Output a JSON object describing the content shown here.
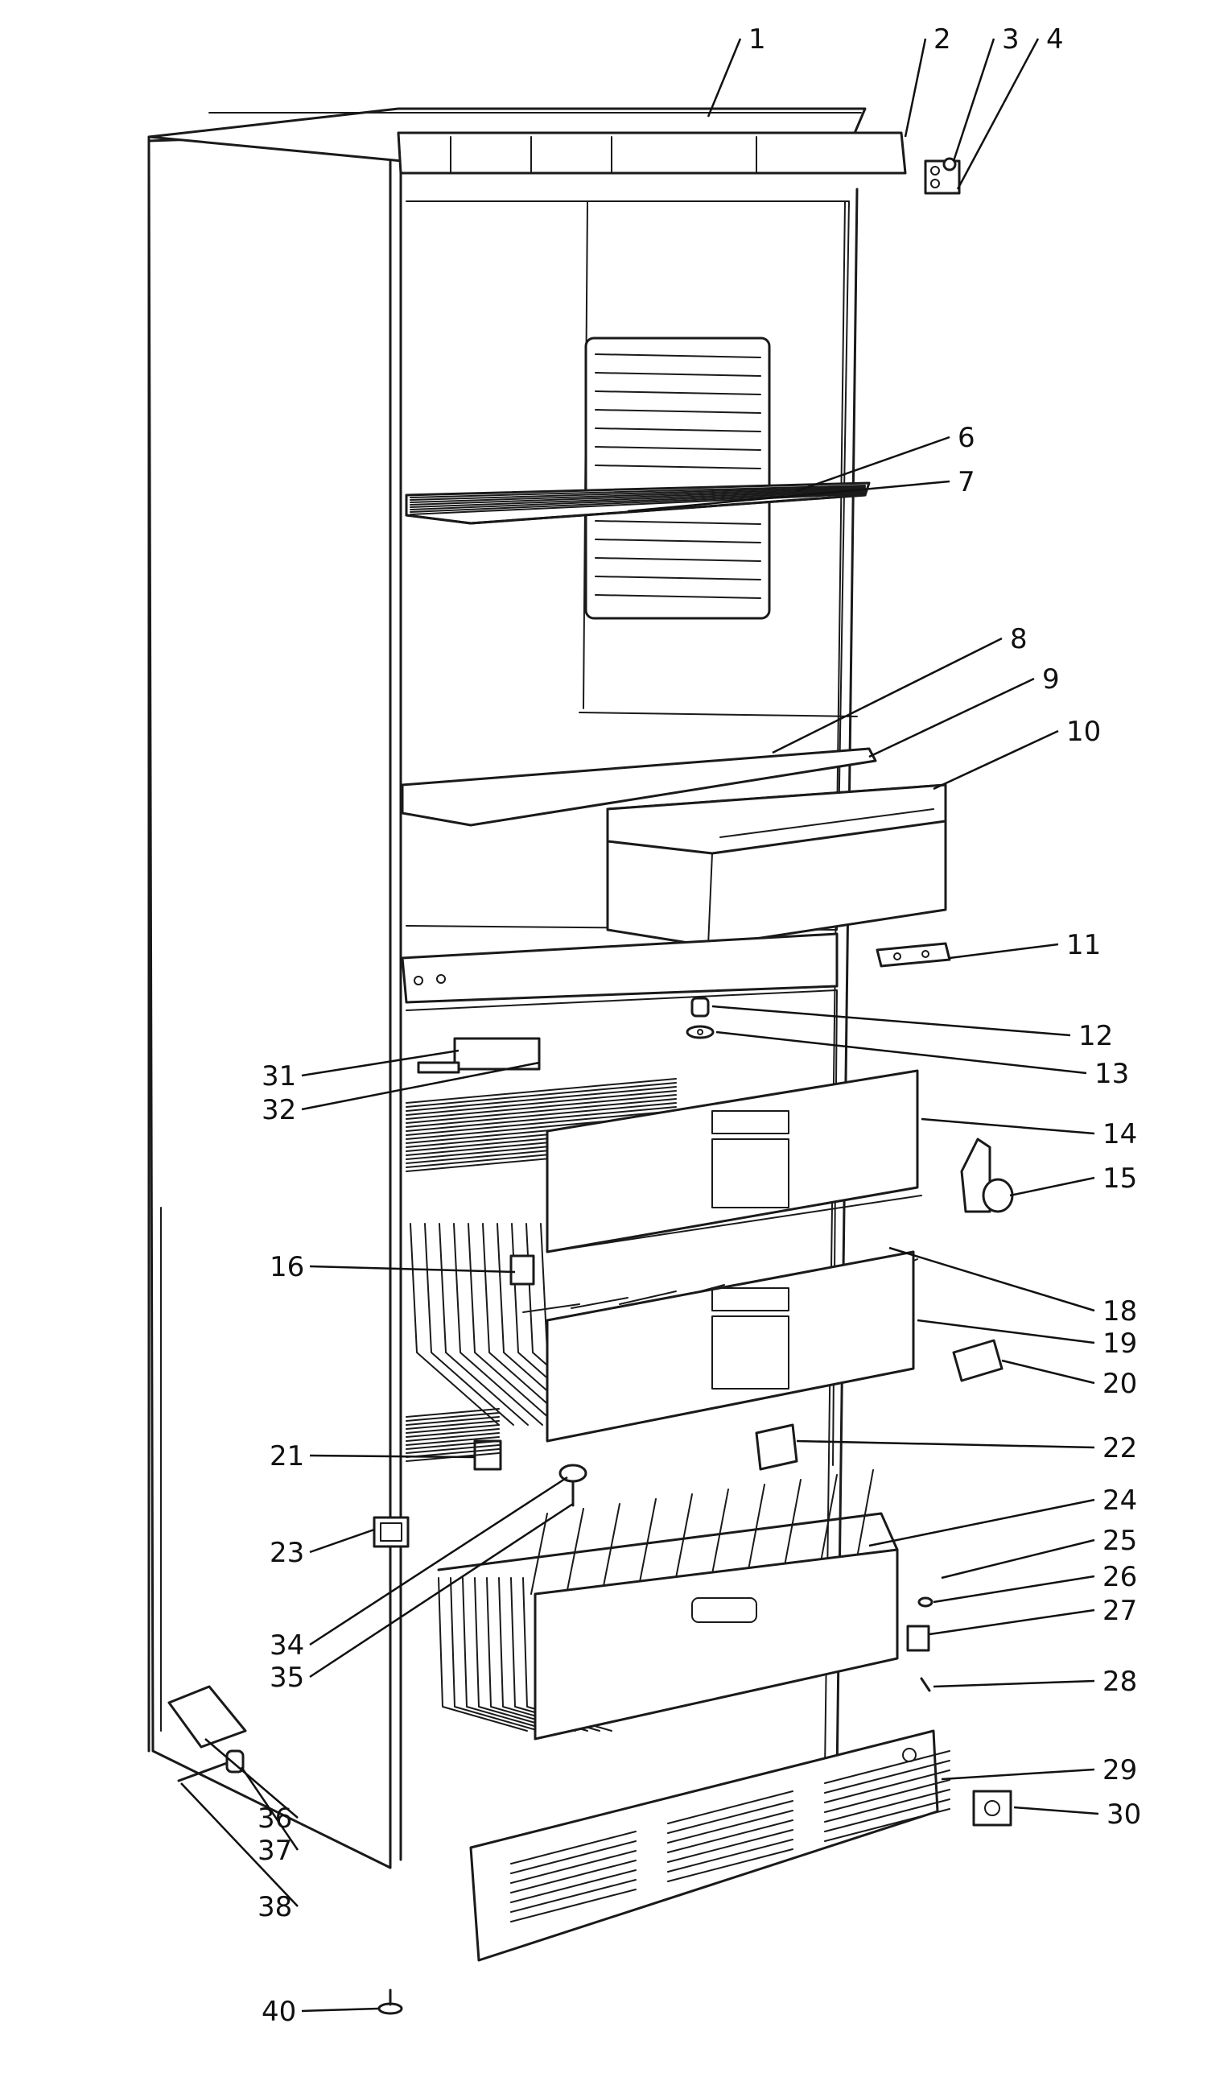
{
  "callouts": [
    {
      "n": "1"
    },
    {
      "n": "2"
    },
    {
      "n": "3"
    },
    {
      "n": "4"
    },
    {
      "n": "6"
    },
    {
      "n": "7"
    },
    {
      "n": "8"
    },
    {
      "n": "9"
    },
    {
      "n": "10"
    },
    {
      "n": "11"
    },
    {
      "n": "12"
    },
    {
      "n": "13"
    },
    {
      "n": "14"
    },
    {
      "n": "15"
    },
    {
      "n": "16"
    },
    {
      "n": "18"
    },
    {
      "n": "19"
    },
    {
      "n": "20"
    },
    {
      "n": "21"
    },
    {
      "n": "22"
    },
    {
      "n": "23"
    },
    {
      "n": "24"
    },
    {
      "n": "25"
    },
    {
      "n": "26"
    },
    {
      "n": "27"
    },
    {
      "n": "28"
    },
    {
      "n": "29"
    },
    {
      "n": "30"
    },
    {
      "n": "31"
    },
    {
      "n": "32"
    },
    {
      "n": "34"
    },
    {
      "n": "35"
    },
    {
      "n": "36"
    },
    {
      "n": "37"
    },
    {
      "n": "38"
    },
    {
      "n": "40"
    }
  ]
}
